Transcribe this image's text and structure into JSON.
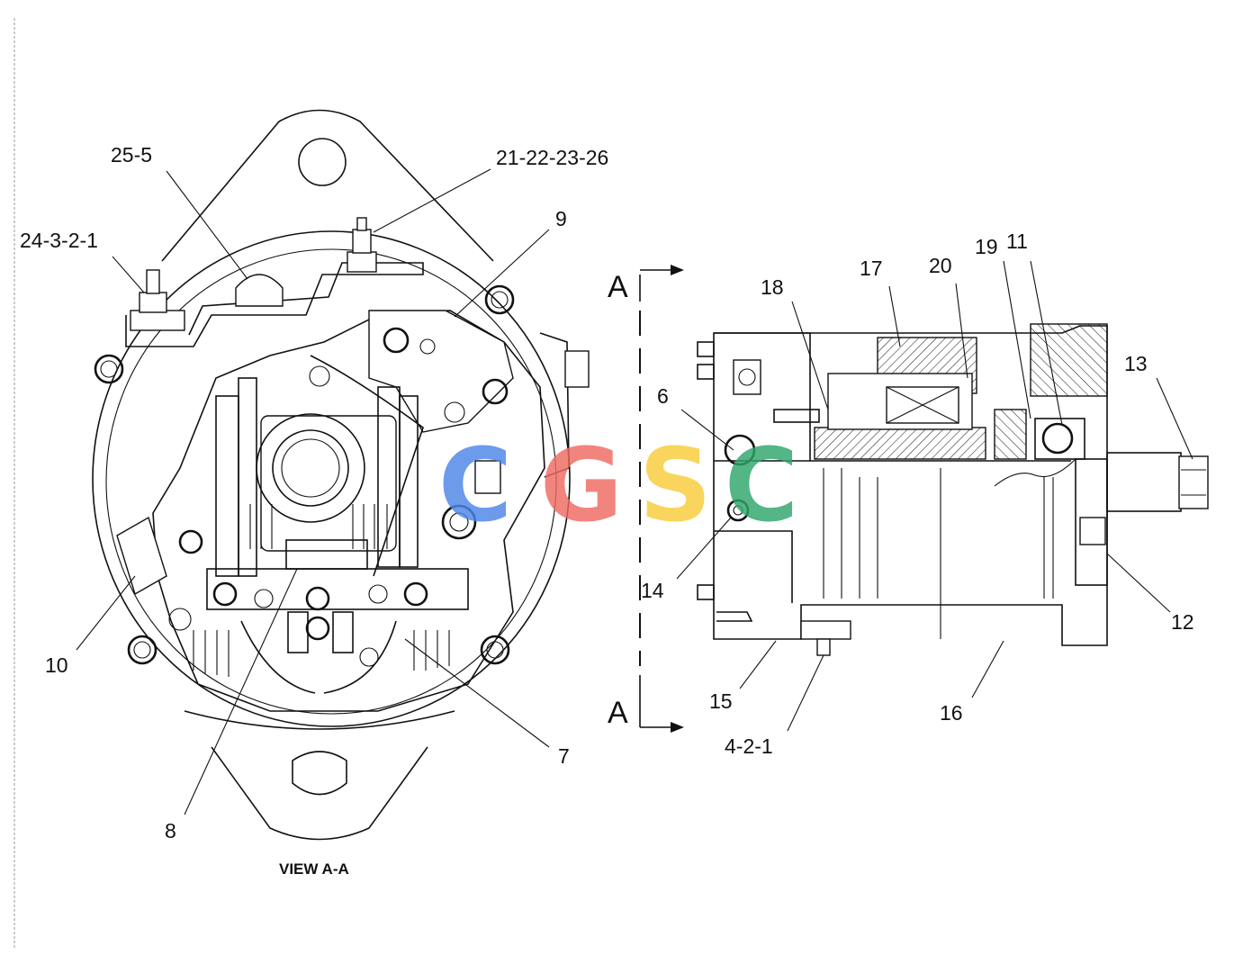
{
  "view_title": "VIEW A-A",
  "section_marker": "A",
  "watermark": {
    "letters": [
      "C",
      "G",
      "S",
      "C"
    ],
    "colors": [
      "#4d86e8",
      "#ee6b62",
      "#f8cc3a",
      "#2fa56b"
    ]
  },
  "callouts": [
    {
      "id": "c-25-5",
      "text": "25-5"
    },
    {
      "id": "c-21-22-23-26",
      "text": "21-22-23-26"
    },
    {
      "id": "c-24-3-2-1",
      "text": "24-3-2-1"
    },
    {
      "id": "c-9",
      "text": "9"
    },
    {
      "id": "c-10",
      "text": "10"
    },
    {
      "id": "c-7",
      "text": "7"
    },
    {
      "id": "c-8",
      "text": "8"
    },
    {
      "id": "c-18",
      "text": "18"
    },
    {
      "id": "c-17",
      "text": "17"
    },
    {
      "id": "c-20",
      "text": "20"
    },
    {
      "id": "c-19",
      "text": "19"
    },
    {
      "id": "c-11",
      "text": "11"
    },
    {
      "id": "c-13",
      "text": "13"
    },
    {
      "id": "c-6",
      "text": "6"
    },
    {
      "id": "c-14",
      "text": "14"
    },
    {
      "id": "c-12",
      "text": "12"
    },
    {
      "id": "c-15",
      "text": "15"
    },
    {
      "id": "c-4-2-1",
      "text": "4-2-1"
    },
    {
      "id": "c-16",
      "text": "16"
    }
  ]
}
